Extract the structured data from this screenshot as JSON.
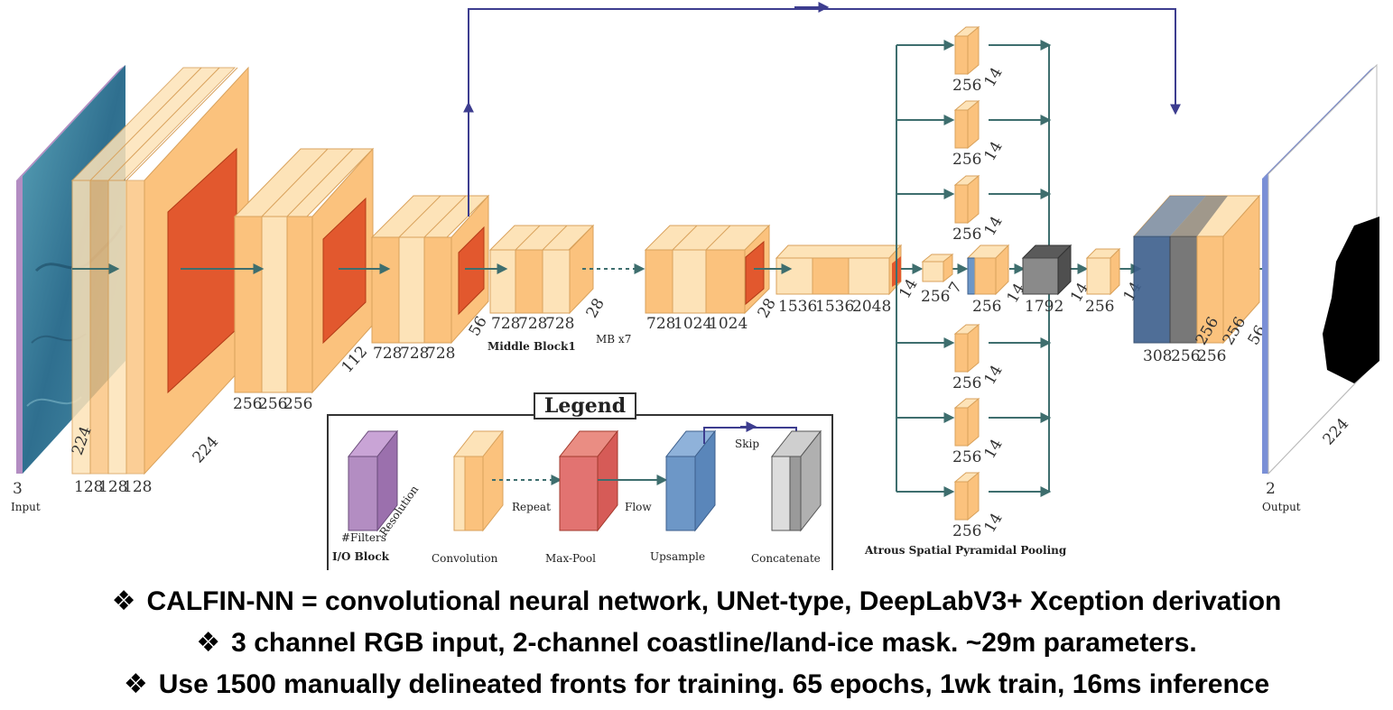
{
  "diagram": {
    "input": {
      "filters": "3",
      "label": "Input",
      "resolution": "224"
    },
    "enc1": {
      "filters": [
        "128",
        "128",
        "128"
      ],
      "resolution": "224"
    },
    "enc2": {
      "filters": [
        "256",
        "256",
        "256"
      ],
      "resolution": "112"
    },
    "enc3": {
      "filters": [
        "728",
        "728",
        "728"
      ],
      "resolution": "56"
    },
    "middle1": {
      "filters": [
        "728",
        "728",
        "728"
      ],
      "resolution": "28",
      "label": "Middle Block1"
    },
    "repeat_label": "MB x7",
    "exit": {
      "filters": [
        "728",
        "1024",
        "1024"
      ],
      "resolution": "28"
    },
    "exit2": {
      "filters": [
        "1536",
        "1536",
        "2048"
      ],
      "resolution": "14"
    },
    "aspp": {
      "label": "Atrous Spatial Pyramidal Pooling",
      "branch_filters": "256",
      "branch_resolution": "14",
      "pool_filters": "256",
      "pool_resolution": "7",
      "up_filters": "256",
      "up_resolution": "14",
      "concat_filters": "1792",
      "concat_resolution": "14",
      "out_filters": "256",
      "out_resolution": "14"
    },
    "decoder": {
      "filters": [
        "308",
        "256",
        "256"
      ],
      "overlay": [
        "256",
        "256"
      ],
      "resolution": "56"
    },
    "output": {
      "filters": "2",
      "label": "Output",
      "resolution": "224"
    },
    "legend": {
      "title": "Legend",
      "io_label": "I/O Block",
      "filters_label": "#Filters",
      "resolution_label": "Resolution",
      "conv_label": "Convolution",
      "maxpool_label": "Max-Pool",
      "upsample_label": "Upsample",
      "concat_label": "Concatenate",
      "repeat_label": "Repeat",
      "flow_label": "Flow",
      "skip_label": "Skip"
    },
    "colors": {
      "conv_light": "#fde3b8",
      "conv": "#fbc27d",
      "maxpool": "#e2582e",
      "upsample": "#6d97c7",
      "concat": "#8a8a8a",
      "io": "#b38dc2",
      "flow": "#3e6e6e",
      "skip": "#3d3d8f"
    }
  },
  "bullets": [
    "CALFIN-NN = convolutional neural network, UNet-type, DeepLabV3+ Xception derivation",
    "3 channel RGB input, 2-channel coastline/land-ice mask. ~29m parameters.",
    "Use 1500 manually delineated fronts for training. 65 epochs, 1wk train, 16ms inference"
  ],
  "bullet_symbol": "❖"
}
